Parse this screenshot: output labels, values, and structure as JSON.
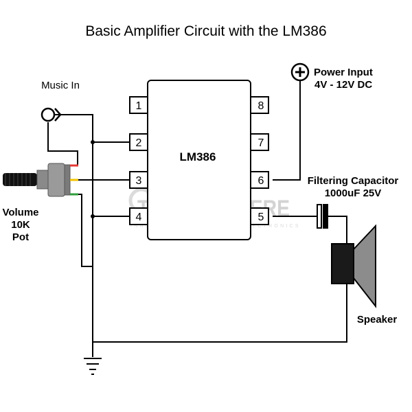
{
  "title": "Basic Amplifier Circuit with the LM386",
  "chip": {
    "label": "LM386",
    "pins_left": [
      "1",
      "2",
      "3",
      "4"
    ],
    "pins_right": [
      "8",
      "7",
      "6",
      "5"
    ]
  },
  "labels": {
    "music_in": "Music In",
    "power_line1": "Power Input",
    "power_line2": "4V - 12V DC",
    "capacitor_line1": "Filtering Capacitor",
    "capacitor_line2": "1000uF 25V",
    "volume_line1": "Volume",
    "volume_line2": "10K",
    "volume_line3": "Pot",
    "speaker": "Speaker"
  },
  "watermark": {
    "brand": "TINKERSPHERE",
    "tagline": "INNOVATION   TOYS   HOBBY ELECTRONICS"
  },
  "colors": {
    "wire": "#000000",
    "pot_lead_red": "#e53935",
    "pot_lead_yellow": "#f2c200",
    "pot_lead_green": "#2e9e3a",
    "speaker_magnet": "#1a1a1a",
    "speaker_cone": "#8c8c8c"
  }
}
